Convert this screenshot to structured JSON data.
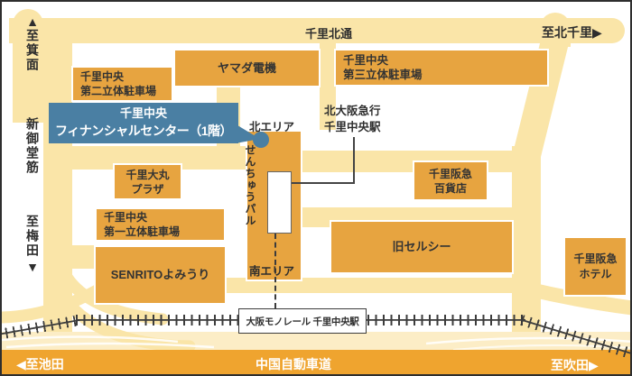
{
  "colors": {
    "road": "#FAE5A8",
    "road_light": "#FCEDC6",
    "building": "#E7A440",
    "highway": "#EFA42F",
    "accent_blue": "#4A7FA3",
    "line": "#3A3A3A"
  },
  "top": {
    "street_name": "千里北通",
    "to_kita_senri": "至北千里",
    "arrow_right": "▶"
  },
  "left": {
    "arrow_up": "▲",
    "to_minoh": "至箕面",
    "shin_midosuji": "新御堂筋",
    "to_umeda": "至梅田",
    "arrow_down": "▼"
  },
  "highlight": {
    "name_line1": "千里中央",
    "name_line2": "フィナンシャルセンター（1階）"
  },
  "center": {
    "north_area": "北エリア",
    "senchu_pal": "せんちゅうパル",
    "south_area": "南エリア"
  },
  "stations": {
    "kita_osaka_line1": "北大阪急行",
    "kita_osaka_line2": "千里中央駅",
    "monorail": "大阪モノレール 千里中央駅"
  },
  "buildings": {
    "parking2_line1": "千里中央",
    "parking2_line2": "第二立体駐車場",
    "yamada": "ヤマダ電機",
    "parking3_line1": "千里中央",
    "parking3_line2": "第三立体駐車場",
    "daimaru_line1": "千里大丸",
    "daimaru_line2": "プラザ",
    "parking1_line1": "千里中央",
    "parking1_line2": "第一立体駐車場",
    "senrito": "SENRITOよみうり",
    "dept_line1": "千里阪急",
    "dept_line2": "百貨店",
    "celcy": "旧セルシー",
    "hotel_line1": "千里阪急",
    "hotel_line2": "ホテル"
  },
  "bottom": {
    "expressway": "中国自動車道",
    "arrow_left": "◀",
    "to_ikeda": "至池田",
    "to_suita": "至吹田",
    "arrow_right": "▶"
  }
}
